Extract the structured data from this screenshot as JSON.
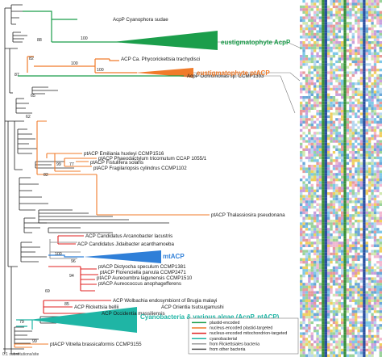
{
  "colors": {
    "plastid_encoded": "#1b9e4b",
    "nuclear_plastid": "#f07b2a",
    "nuclear_mito": "#e02020",
    "cyanobacterial": "#1fb5a5",
    "mito": "#2f7fd8",
    "rickettsiales": "#9a9a9a",
    "other": "#555555",
    "branch": "#222222"
  },
  "taxa": {
    "cyanophora": "AcpP Cyanophora sudae",
    "phycorickettsia": "ACP Ca. Phycorickettsia trachydisci",
    "ochromonas": "AcpP Ochromonas sp. CCMP1393",
    "emiliania": "ptACP Emiliania huxleyi CCMP1516",
    "phaeodactylum": "ptACP Phaeodactylum tricornutum CCAP 1055/1",
    "fistulifera": "ptACP Fistulifera solaris",
    "fragilariopsis": "ptACP Fragilariopsis cylindrus CCMP1102",
    "thalassiosira": "ptACP Thalassiosira pseudonana",
    "arcanobacter": "ACP Candidatus Arcanobacter lacustris",
    "jidaibacter": "ACP Candidatus Jidaibacter acanthamoeba",
    "dictyocha": "ptACP Dictyocha speculum CCMP1381",
    "florenciella": "ptACP Florenciella parvula CCMP2471",
    "aureoumbra": "ptACP Aureoumbra lagunensis CCMP1510",
    "aureococcus": "ptACP Aureococcus anophagefferens",
    "wolbachia": "ACP Wolbachia endosymbiont of Brugia malayi",
    "rickettsia": "ACP Rickettsia bellii",
    "orientia": "ACP Orientia tsutsugamushi",
    "occidentia": "ACP Occidentia massiliensis",
    "vitrella": "ptACP Vitrella brassicaformis CCMP3155"
  },
  "clades": {
    "eustig_acpp": "eustigmatophyte AcpP",
    "eustig_ptacp": "eustigmatophyte ptACP",
    "mtacp": "mtACP",
    "cyano": "Cyanobacteria & various algae (AcpP, ptACP)"
  },
  "bootstrap": {
    "b1": "100",
    "b2": "88",
    "b3": "100",
    "b4": "82",
    "b5": "100",
    "b6": "87",
    "b7": "65",
    "b8": "62",
    "b9": "99",
    "b10": "77",
    "b11": "82",
    "b12": "100",
    "b13": "96",
    "b14": "94",
    "b15": "69",
    "b16": "85",
    "b17": "79",
    "b18": "99"
  },
  "legend": [
    {
      "label": "plastid-encoded",
      "color": "#1b9e4b"
    },
    {
      "label": "nucleus-encoded plastid-targeted",
      "color": "#f07b2a"
    },
    {
      "label": "nucleus-encoded mitochondrion-targeted",
      "color": "#e02020"
    },
    {
      "label": "cyanobacterial",
      "color": "#1fb5a5"
    },
    {
      "label": "from Rickettsiales bacteria",
      "color": "#9a9a9a"
    },
    {
      "label": "from other bacteria",
      "color": "#555555"
    }
  ],
  "scale_label": "0.1 substitutions/site"
}
